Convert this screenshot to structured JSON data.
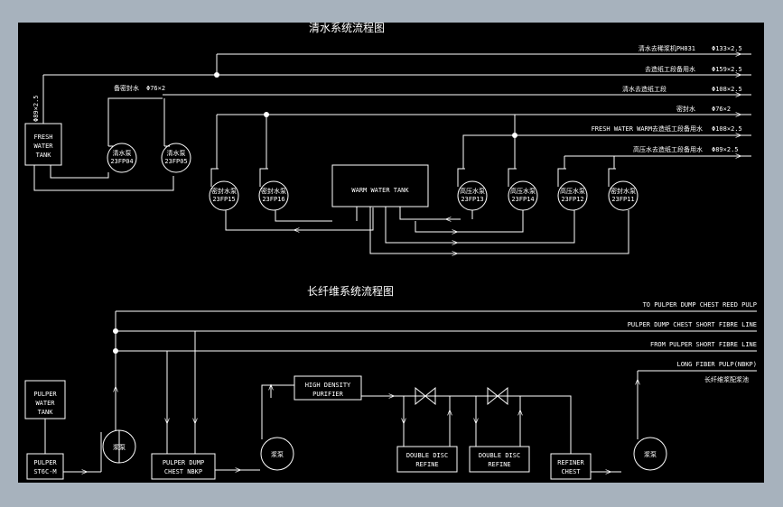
{
  "titles": {
    "clear_water": "清水系统流程图",
    "long_fiber": "长纤维系统流程图"
  },
  "clear_water": {
    "lines": [
      {
        "label": "清水去稀浆机PH831",
        "size": "Φ133×2.5"
      },
      {
        "label": "去造纸工段备用水",
        "size": "Φ159×2.5"
      },
      {
        "label": "清水去造纸工段",
        "size": "Φ108×2.5"
      },
      {
        "label": "密封水",
        "size": "Φ76×2"
      },
      {
        "label": "FRESH WATER WARM去造纸工段备用水",
        "size": "Φ108×2.5"
      },
      {
        "label": "高压水去造纸工段备用水",
        "size": "Φ89×2.5"
      }
    ],
    "seal_water_label": "备密封水",
    "seal_water_size": "Φ76×2",
    "tank_outlet_size": "Φ89×2.5",
    "fresh_water_tank": [
      "FRESH",
      "WATER",
      "TANK"
    ],
    "warm_water_tank": "WARM WATER TANK",
    "pumps": [
      {
        "name": "清水泵",
        "tag": "23FP04"
      },
      {
        "name": "清水泵",
        "tag": "23FP05"
      },
      {
        "name": "密封水泵",
        "tag": "23FP15"
      },
      {
        "name": "密封水泵",
        "tag": "23FP16"
      },
      {
        "name": "高压水泵",
        "tag": "23FP13"
      },
      {
        "name": "高压水泵",
        "tag": "23FP14"
      },
      {
        "name": "高压水泵",
        "tag": "23FP12"
      },
      {
        "name": "密封水泵",
        "tag": "23FP11"
      }
    ]
  },
  "long_fiber": {
    "lines": [
      "TO PULPER DUMP CHEST REED PULP",
      "PULPER DUMP CHEST SHORT FIBRE LINE",
      "FROM PULPER SHORT FIBRE LINE",
      "LONG FIBER PULP(NBKP)"
    ],
    "long_fiber_note": "长纤维浆配浆池",
    "pulper_water_tank": [
      "PULPER",
      "WATER",
      "TANK"
    ],
    "pulper": [
      "PULPER",
      "ST6C-M"
    ],
    "pulper_dump_chest": [
      "PULPER DUMP",
      "CHEST NBKP"
    ],
    "high_density_purifier": [
      "HIGH DENSITY",
      "PURIFIER"
    ],
    "double_disc_1": [
      "DOUBLE DISC",
      "REFINE"
    ],
    "double_disc_2": [
      "DOUBLE DISC",
      "REFINE"
    ],
    "refiner_chest": [
      "REFINER",
      "CHEST"
    ],
    "pump_label": "浆泵"
  }
}
